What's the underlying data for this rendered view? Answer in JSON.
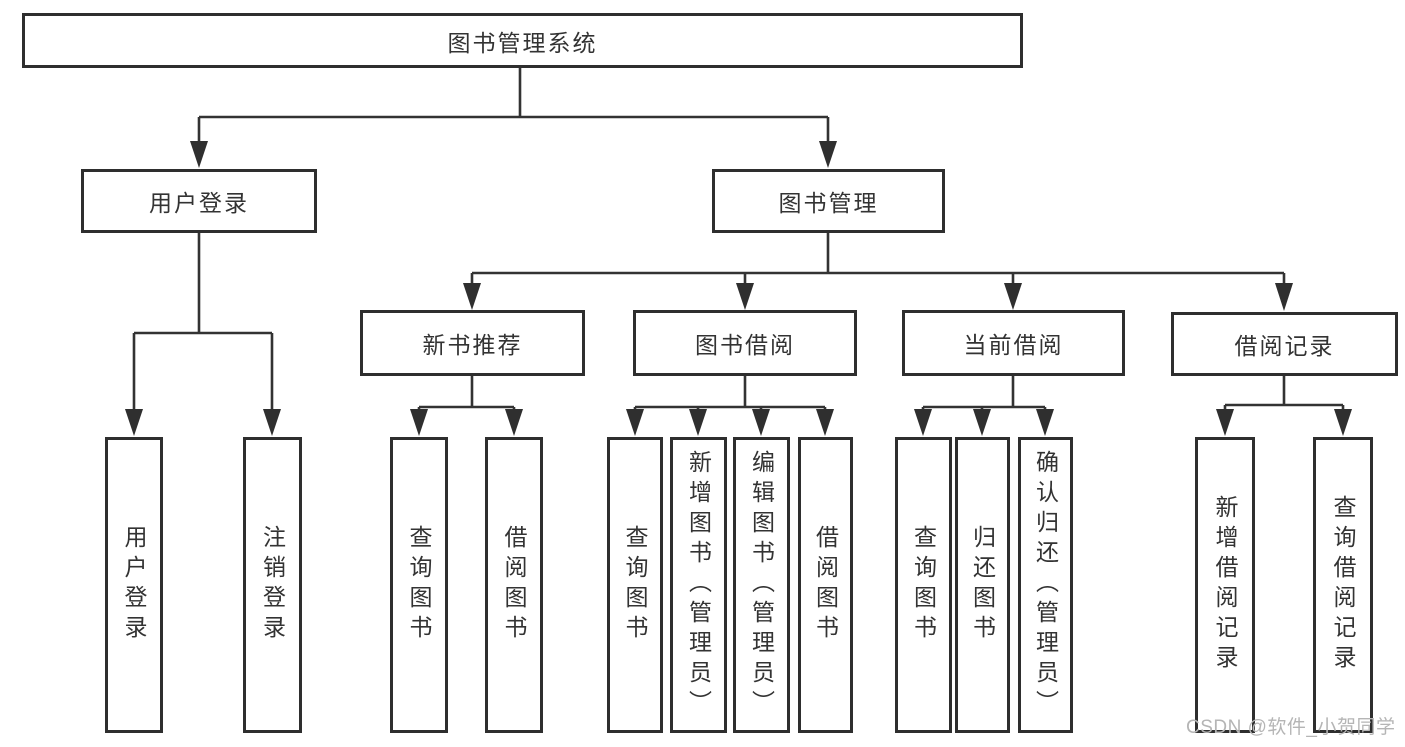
{
  "diagram": {
    "title": "图书管理系统",
    "nodes": {
      "root": {
        "label": "图书管理系统"
      },
      "level1": [
        {
          "label": "用户登录"
        },
        {
          "label": "图书管理"
        }
      ],
      "level2": [
        {
          "label": "新书推荐",
          "parent": "图书管理"
        },
        {
          "label": "图书借阅",
          "parent": "图书管理"
        },
        {
          "label": "当前借阅",
          "parent": "图书管理"
        },
        {
          "label": "借阅记录",
          "parent": "图书管理"
        }
      ],
      "leaves": [
        {
          "label": "用户登录",
          "parent": "用户登录"
        },
        {
          "label": "注销登录",
          "parent": "用户登录"
        },
        {
          "label": "查询图书",
          "parent": "新书推荐"
        },
        {
          "label": "借阅图书",
          "parent": "新书推荐"
        },
        {
          "label": "查询图书",
          "parent": "图书借阅"
        },
        {
          "label": "新增图书（管理员）",
          "parent": "图书借阅"
        },
        {
          "label": "编辑图书（管理员）",
          "parent": "图书借阅"
        },
        {
          "label": "借阅图书",
          "parent": "图书借阅"
        },
        {
          "label": "查询图书",
          "parent": "当前借阅"
        },
        {
          "label": "归还图书",
          "parent": "当前借阅"
        },
        {
          "label": "确认归还（管理员）",
          "parent": "当前借阅"
        },
        {
          "label": "新增借阅记录",
          "parent": "借阅记录"
        },
        {
          "label": "查询借阅记录",
          "parent": "借阅记录"
        }
      ]
    },
    "colors": {
      "line": "#333333",
      "box_border": "#2e2e2e",
      "text": "#333333",
      "background": "#ffffff",
      "watermark_text": "#b5b5b5"
    }
  },
  "watermark": {
    "text": "CSDN @软件_小贺同学"
  }
}
